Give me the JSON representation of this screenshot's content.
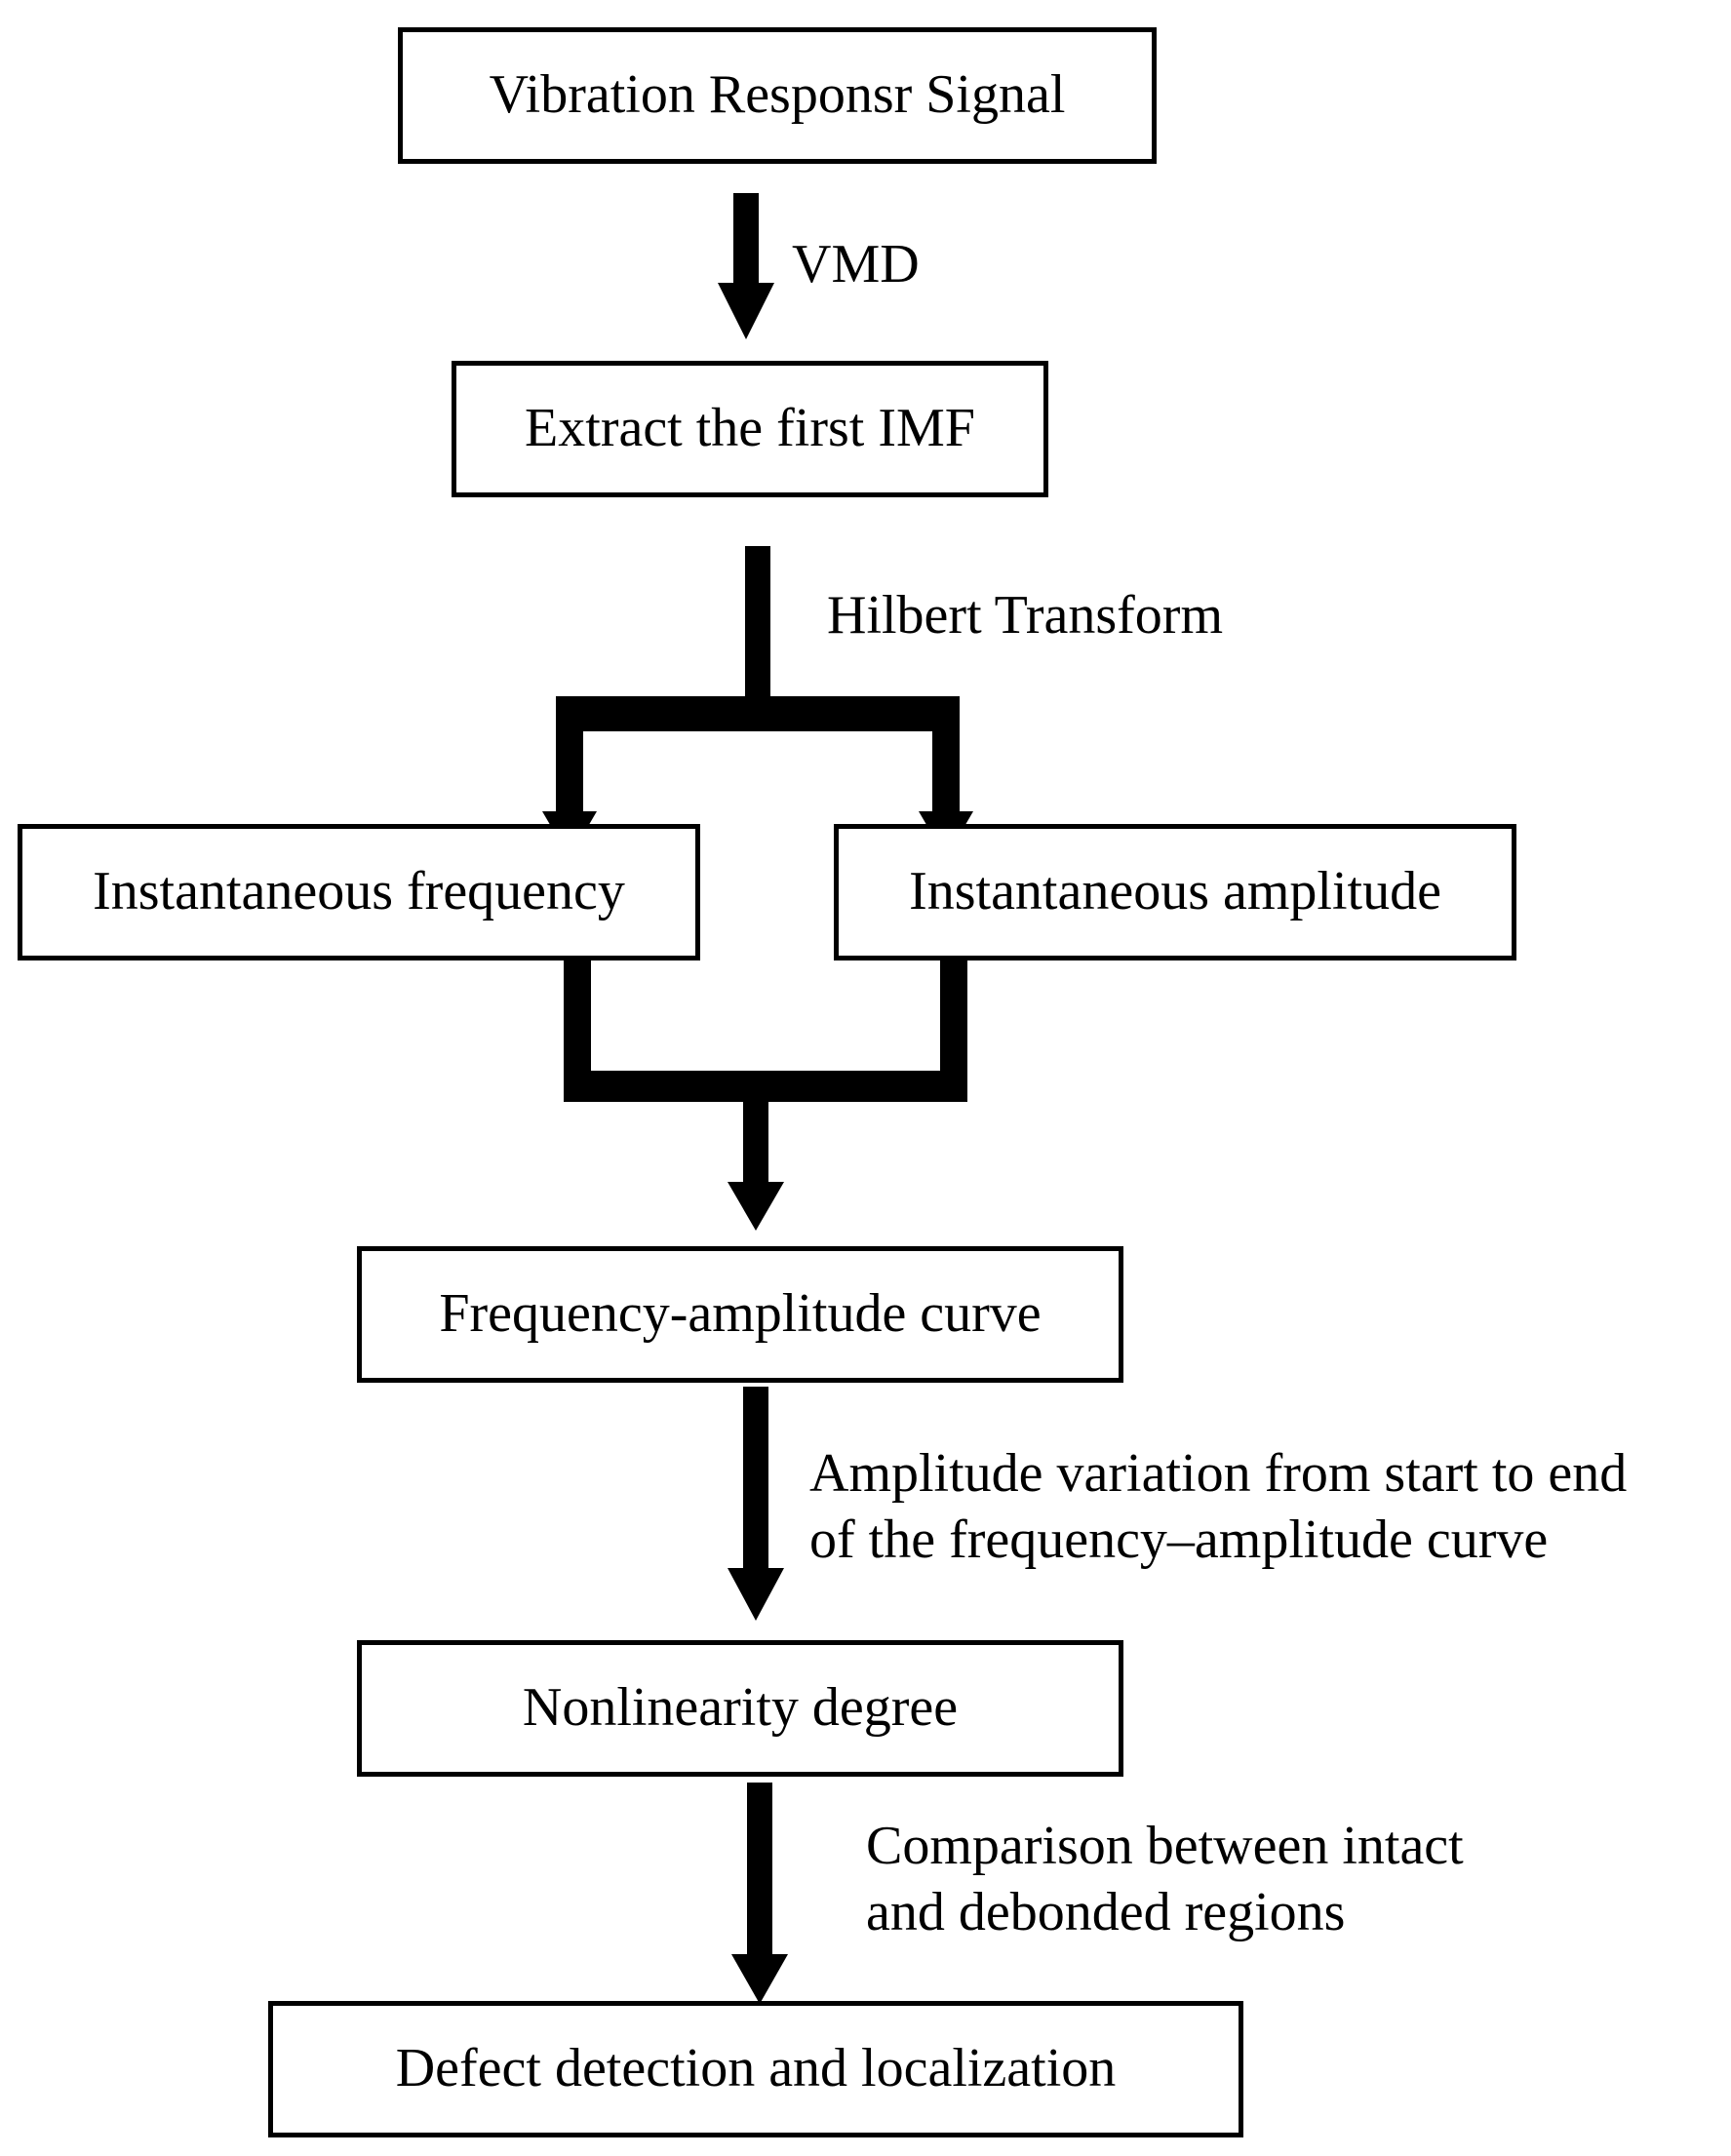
{
  "diagram": {
    "title": "Vibration-signal nonlinearity flowchart",
    "background_color": "#ffffff",
    "line_color": "#000000",
    "text_color": "#000000",
    "nodes": [
      {
        "id": "vibration-response-signal",
        "label": "Vibration Responsr Signal"
      },
      {
        "id": "extract-first-imf",
        "label": "Extract the first IMF"
      },
      {
        "id": "instantaneous-frequency",
        "label": "Instantaneous frequency"
      },
      {
        "id": "instantaneous-amplitude",
        "label": "Instantaneous amplitude"
      },
      {
        "id": "frequency-amplitude-curve",
        "label": "Frequency-amplitude curve"
      },
      {
        "id": "nonlinearity-degree",
        "label": "Nonlinearity degree"
      },
      {
        "id": "defect-detection-localization",
        "label": "Defect detection and localization"
      }
    ],
    "edge_labels": [
      {
        "id": "vmd",
        "text": "VMD"
      },
      {
        "id": "hilbert-transform",
        "text": "Hilbert Transform"
      },
      {
        "id": "amplitude-variation",
        "line1": "Amplitude variation from start to end",
        "line2": "of the frequency–amplitude curve"
      },
      {
        "id": "comparison",
        "line1": "Comparison between intact",
        "line2": "and debonded regions"
      }
    ]
  }
}
